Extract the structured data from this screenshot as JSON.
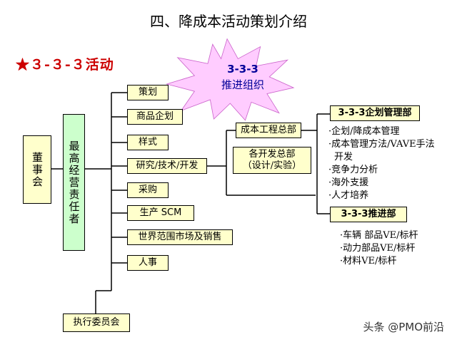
{
  "page_title": "四、降成本活动策划介绍",
  "subtitle": "★３-３-３活动",
  "starburst": {
    "line1": "3-3-3",
    "line2": "推进组织",
    "fill": "#ffccff",
    "text_color": "#000099"
  },
  "board": "董事会",
  "ceo": "最高经营责任者",
  "exec_committee": "执行委员会",
  "departments": [
    "策划",
    "商品企划",
    "样式",
    "研究/技术/开发",
    "采购",
    "生产 SCM",
    "世界范围市场及销售",
    "人事"
  ],
  "cost_hq": "成本工程总部",
  "dev_hq": {
    "line1": "各开发总部",
    "line2": "（设计/实验）"
  },
  "planning_office": "3-3-3企划管理部",
  "planning_tasks": [
    "·企划/降成本管理",
    "·成本管理方法/VAVE手法",
    "  开发",
    "·竞争力分析",
    "·海外支援",
    "·人才培养"
  ],
  "promotion_office": "3-3-3推进部",
  "promotion_tasks": [
    "·车辆 部品VE/标杆",
    "·动力部品VE/标杆",
    "·材料VE/标杆"
  ],
  "watermark": "头条 @PMO前沿"
}
